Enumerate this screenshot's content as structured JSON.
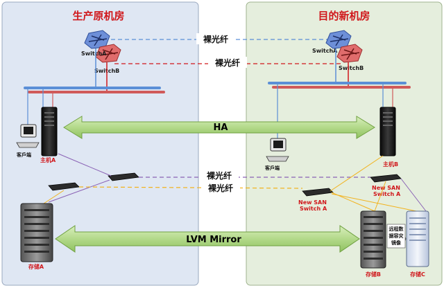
{
  "rooms": {
    "source": {
      "title": "生产原机房"
    },
    "target": {
      "title": "目的新机房"
    }
  },
  "devices": {
    "switch_a_left": "SwitchA",
    "switch_b_left": "SwitchB",
    "switch_a_right": "SwitchA",
    "switch_b_right": "SwitchB",
    "client_left": "客戶端",
    "client_right": "客戶端",
    "host_a": "主机A",
    "host_b": "主机B",
    "new_san_a": "New SAN\nSwitch A",
    "new_san_a_line1": "New SAN",
    "new_san_a_line2": "Switch A",
    "new_san_b_line1": "New SAN",
    "new_san_b_line2": "Switch A",
    "storage_a": "存储A",
    "storage_b": "存储B",
    "storage_c": "存储C",
    "remote_copy_line1": "远程数",
    "remote_copy_line2": "据容灾",
    "remote_copy_line3": "镜像"
  },
  "links": {
    "fiber_top_1": "裸光纤",
    "fiber_top_2": "裸光纤",
    "fiber_mid_1": "裸光纤",
    "fiber_mid_2": "裸光纤",
    "ha": "HA",
    "lvm": "LVM Mirror"
  },
  "colors": {
    "source_bg": "#dfe7f3",
    "target_bg": "#e5eedd",
    "title_red": "#d0171b",
    "arrow_fill": "#b6dc8b"
  }
}
